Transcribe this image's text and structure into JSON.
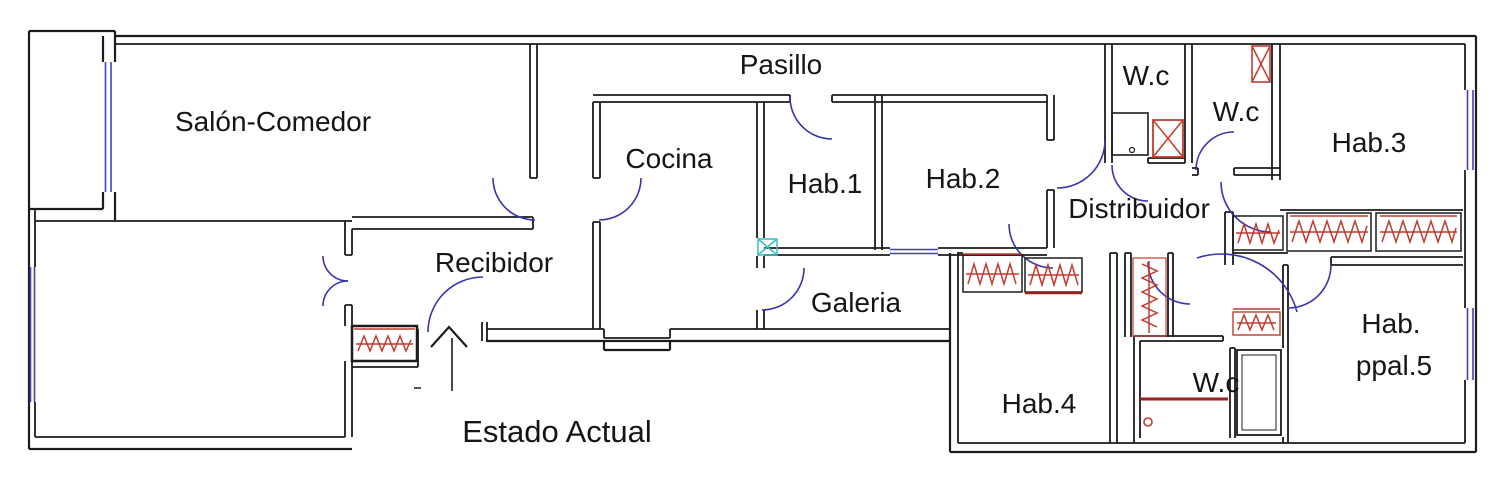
{
  "title": {
    "label": "Estado Actual"
  },
  "rooms": {
    "salon": {
      "label": "Salón-Comedor"
    },
    "pasillo": {
      "label": "Pasillo"
    },
    "cocina": {
      "label": "Cocina"
    },
    "hab1": {
      "label": "Hab.1"
    },
    "hab2": {
      "label": "Hab.2"
    },
    "wc_top": {
      "label": "W.c"
    },
    "wc_mid": {
      "label": "W.c"
    },
    "hab3": {
      "label": "Hab.3"
    },
    "distribuidor": {
      "label": "Distribuidor"
    },
    "recibidor": {
      "label": "Recibidor"
    },
    "galeria": {
      "label": "Galeria"
    },
    "hab4": {
      "label": "Hab.4"
    },
    "wc_bottom": {
      "label": "W.c"
    },
    "hab5_line1": {
      "label": "Hab."
    },
    "hab5_line2": {
      "label": "ppal.5"
    }
  },
  "symbols": {
    "entry_arrow": "up-arrow-entrance",
    "door_swing": "quarter-circle-arc",
    "window": "double-line-segment",
    "radiator": "red-hatched-box",
    "shower": "red-x-box",
    "sink": "square-with-drain-dot",
    "junction_marker": "cyan-x-box"
  },
  "colors": {
    "wall": "#1c1c1c",
    "door": "#3535ad",
    "window": "#4343b5",
    "fixture_red": "#c23b2e",
    "fixture_dark_red": "#9b2020",
    "marker_cyan": "#3bbcbc",
    "background": "#ffffff"
  }
}
